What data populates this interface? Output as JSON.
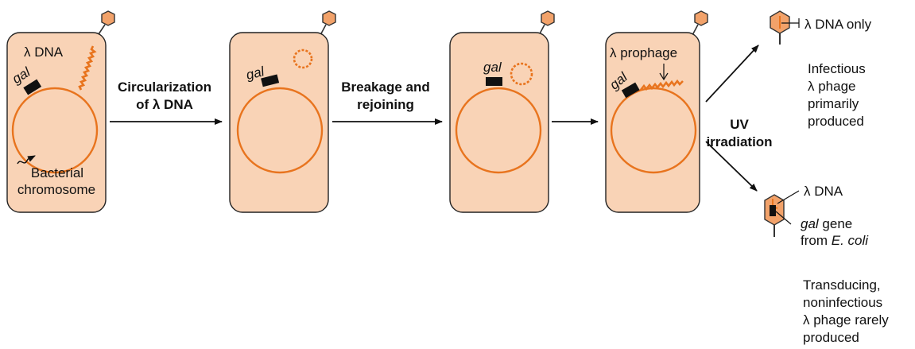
{
  "steps": {
    "cell1": {
      "lambda_dna": "λ DNA",
      "gal": "gal",
      "bacterial": "Bacterial",
      "chromosome": "chromosome"
    },
    "step1": {
      "line1": "Circularization",
      "line2": "of λ DNA"
    },
    "cell2": {
      "gal": "gal"
    },
    "step2": {
      "line1": "Breakage and",
      "line2": "rejoining"
    },
    "cell3": {
      "gal": "gal"
    },
    "cell4": {
      "gal": "gal",
      "prophage": "λ prophage"
    },
    "uv": {
      "line1": "UV",
      "line2": "irradiation"
    }
  },
  "outcomes": {
    "top": {
      "label": "λ DNA only",
      "desc": [
        "Infectious",
        "λ phage",
        "primarily",
        "produced"
      ]
    },
    "bottom": {
      "label": "λ DNA",
      "gal_word": "gal",
      "gene_word": " gene",
      "from_word": "from ",
      "ecoli": "E. coli",
      "desc": [
        "Transducing,",
        "noninfectious",
        "λ phage rarely",
        "produced"
      ]
    }
  },
  "colors": {
    "cell_fill": "#f9d3b6",
    "dna_orange": "#e8741e",
    "phage_fill": "#f2a26a"
  }
}
